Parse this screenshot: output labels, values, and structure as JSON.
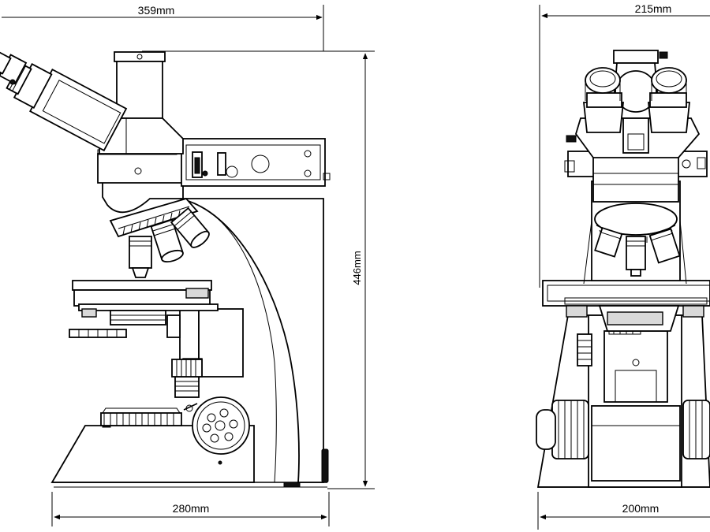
{
  "dimensions": {
    "side_width": "359mm",
    "side_height": "446mm",
    "side_base": "280mm",
    "front_width": "215mm",
    "front_base": "200mm"
  }
}
